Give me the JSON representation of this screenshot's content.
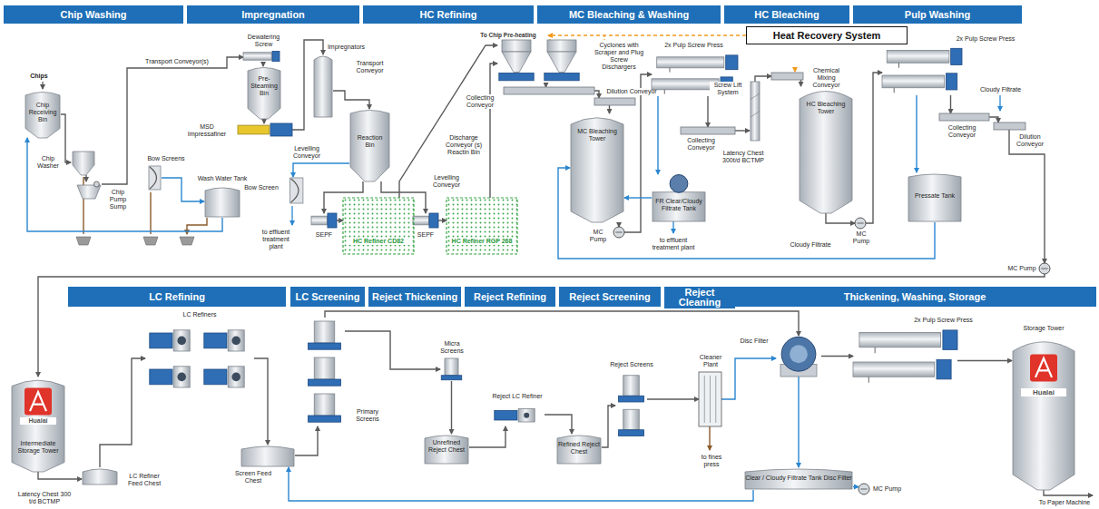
{
  "diagram": {
    "nodes": [
      {
        "text": [
          "Chip Washing"
        ]
      },
      {
        "text": [
          "Impregnation"
        ]
      },
      {
        "text": [
          "HC Refining"
        ]
      },
      {
        "text": [
          "MC Bleaching & Washing"
        ]
      },
      {
        "text": [
          "HC Bleaching"
        ]
      },
      {
        "text": [
          "Pulp Washing"
        ]
      },
      {
        "text": [
          "Heat Recovery System"
        ]
      },
      {
        "text": [
          "Chip Receiving Bin"
        ]
      },
      {
        "text": [
          "Chip Washer"
        ]
      },
      {
        "text": [
          "Chip Pump Sump"
        ]
      },
      {
        "text": [
          "Bow Screens"
        ]
      },
      {
        "text": [
          "Wash Water Tank"
        ]
      },
      {
        "text": [
          "Dewatering Screw"
        ]
      },
      {
        "text": [
          "Pre-Steaming Bin"
        ]
      },
      {
        "text": [
          "MSD Impressafiner"
        ]
      },
      {
        "text": [
          "Impregnators"
        ]
      },
      {
        "text": [
          "Reaction Bin"
        ]
      },
      {
        "text": [
          "Bow Screen"
        ]
      },
      {
        "text": [
          "SEPF"
        ]
      },
      {
        "text": [
          "SEPF"
        ]
      },
      {
        "text": [
          "HC Refiner CD82"
        ]
      },
      {
        "text": [
          "HC Refiner RGP 268"
        ]
      },
      {
        "text": [
          "Cyclones with Scraper and Plug Screw Dischargers"
        ]
      },
      {
        "text": [
          "Collecting Conveyor"
        ]
      },
      {
        "text": [
          "Dilution Conveyor"
        ]
      },
      {
        "text": [
          "MC Bleaching Tower"
        ]
      },
      {
        "text": [
          "2x Pulp Screw Press"
        ]
      },
      {
        "text": [
          "Collecting Conveyor"
        ]
      },
      {
        "text": [
          "FR Clear/Cloudy Filtrate Tank"
        ]
      },
      {
        "text": [
          "MC Pump"
        ]
      },
      {
        "text": [
          "Chemical Mixing Conveyor"
        ]
      },
      {
        "text": [
          "Screw Lift System"
        ]
      },
      {
        "text": [
          "HC Bleaching Tower"
        ]
      },
      {
        "text": [
          "MC Pump"
        ]
      },
      {
        "text": [
          "2x Pulp Screw Press"
        ]
      },
      {
        "text": [
          "Collecting Conveyor"
        ]
      },
      {
        "text": [
          "Dilution Conveyor"
        ]
      },
      {
        "text": [
          "Pressate Tank"
        ]
      },
      {
        "text": [
          "MC Pump"
        ]
      },
      {
        "text": [
          "LC Refining"
        ]
      },
      {
        "text": [
          "LC Screening"
        ]
      },
      {
        "text": [
          "Reject Thickening"
        ]
      },
      {
        "text": [
          "Reject Refining"
        ]
      },
      {
        "text": [
          "Reject Screening"
        ]
      },
      {
        "text": [
          "Reject Cleaning"
        ]
      },
      {
        "text": [
          "Thickening, Washing, Storage"
        ]
      },
      {
        "text": [
          "Intermediate Storage Tower"
        ]
      },
      {
        "text": [
          "LC Refiners"
        ]
      },
      {
        "text": [
          "LC Refiner Feed Chest"
        ]
      },
      {
        "text": [
          "Screen Feed Chest"
        ]
      },
      {
        "text": [
          "Primary Screens"
        ]
      },
      {
        "text": [
          "Micra Screens"
        ]
      },
      {
        "text": [
          "Reject LC Refiner"
        ]
      },
      {
        "text": [
          "Unrefined Reject Chest"
        ]
      },
      {
        "text": [
          "Refined Reject Chest"
        ]
      },
      {
        "text": [
          "Reject Screens"
        ]
      },
      {
        "text": [
          "Cleaner Plant"
        ]
      },
      {
        "text": [
          "Disc Filter"
        ]
      },
      {
        "text": [
          "Clear / Cloudy Filtrate Tank Disc Filter"
        ]
      },
      {
        "text": [
          "MC Pump"
        ]
      },
      {
        "text": [
          "2x Pulp Screw Press"
        ]
      },
      {
        "text": [
          "Storage Tower"
        ]
      }
    ],
    "edges": [
      {
        "from": 7,
        "to": 8,
        "arrow": "to"
      },
      {
        "from": 8,
        "to": 9,
        "arrow": "to"
      },
      {
        "from": 9,
        "to": 12,
        "arrow": "to"
      },
      {
        "from": 10,
        "to": 11,
        "arrow": "to"
      },
      {
        "from": 11,
        "to": 7,
        "arrow": "to"
      },
      {
        "from": 12,
        "to": 13,
        "arrow": "to"
      },
      {
        "from": 13,
        "to": 14,
        "arrow": "to"
      },
      {
        "from": 14,
        "to": 15,
        "arrow": "to"
      },
      {
        "from": 15,
        "to": 16,
        "arrow": "to"
      },
      {
        "from": 16,
        "to": 17,
        "arrow": "to"
      },
      {
        "from": 16,
        "to": 18,
        "arrow": "to"
      },
      {
        "from": 16,
        "to": 19,
        "arrow": "to"
      },
      {
        "from": 18,
        "to": 20,
        "arrow": "to"
      },
      {
        "from": 19,
        "to": 21,
        "arrow": "to"
      },
      {
        "from": 20,
        "to": 22,
        "arrow": "to"
      },
      {
        "from": 21,
        "to": 22,
        "arrow": "to"
      },
      {
        "from": 22,
        "to": 23,
        "arrow": "to"
      },
      {
        "from": 23,
        "to": 24,
        "arrow": "to"
      },
      {
        "from": 24,
        "to": 25,
        "arrow": "to"
      },
      {
        "from": 25,
        "to": 29,
        "arrow": "to"
      },
      {
        "from": 29,
        "to": 26,
        "arrow": "to"
      },
      {
        "from": 26,
        "to": 27,
        "arrow": "to"
      },
      {
        "from": 27,
        "to": 31,
        "arrow": "to"
      },
      {
        "from": 31,
        "to": 30,
        "arrow": "to"
      },
      {
        "from": 30,
        "to": 32,
        "arrow": "to"
      },
      {
        "from": 32,
        "to": 33,
        "arrow": "to"
      },
      {
        "from": 33,
        "to": 34,
        "arrow": "to"
      },
      {
        "from": 34,
        "to": 35,
        "arrow": "to"
      },
      {
        "from": 35,
        "to": 36,
        "arrow": "to"
      },
      {
        "from": 36,
        "to": 38,
        "arrow": "to"
      },
      {
        "from": 38,
        "to": 46,
        "arrow": "to"
      },
      {
        "from": 34,
        "to": 37,
        "arrow": "to"
      },
      {
        "from": 37,
        "to": 25,
        "arrow": "to"
      },
      {
        "from": 26,
        "to": 28,
        "arrow": "to"
      },
      {
        "from": 28,
        "to": 25,
        "arrow": "to"
      },
      {
        "from": 46,
        "to": 48,
        "arrow": "to"
      },
      {
        "from": 48,
        "to": 47,
        "arrow": "to"
      },
      {
        "from": 47,
        "to": 49,
        "arrow": "to"
      },
      {
        "from": 49,
        "to": 50,
        "arrow": "to"
      },
      {
        "from": 50,
        "to": 51,
        "arrow": "to"
      },
      {
        "from": 51,
        "to": 53,
        "arrow": "to"
      },
      {
        "from": 53,
        "to": 52,
        "arrow": "to"
      },
      {
        "from": 52,
        "to": 54,
        "arrow": "to"
      },
      {
        "from": 54,
        "to": 55,
        "arrow": "to"
      },
      {
        "from": 55,
        "to": 56,
        "arrow": "to"
      },
      {
        "from": 50,
        "to": 57,
        "arrow": "to"
      },
      {
        "from": 56,
        "to": 57,
        "arrow": "to"
      },
      {
        "from": 57,
        "to": 58,
        "arrow": "to"
      },
      {
        "from": 57,
        "to": 60,
        "arrow": "to"
      },
      {
        "from": 60,
        "to": 61,
        "arrow": "to"
      },
      {
        "from": 58,
        "to": 59,
        "arrow": "to"
      },
      {
        "from": 58,
        "to": 49,
        "arrow": "to"
      }
    ],
    "labels": [
      "To Chip Pre-heating",
      "Chips",
      "Transport Conveyor(s)",
      "Transport Conveyor",
      "Discharge Conveyor (s) Reactin Bin",
      "Levelling Conveyor",
      "Levelling Conveyor",
      "to effluent treatment plant",
      "to effluent treatment plant",
      "Latency Chest 300t/d BCTMP",
      "Cloudy Filtrate",
      "Cloudy Filtrate",
      "Latency Chest 300 t/d BCTMP",
      "to fines press",
      "To Paper Machine",
      "Hualai",
      "Hualai"
    ]
  }
}
